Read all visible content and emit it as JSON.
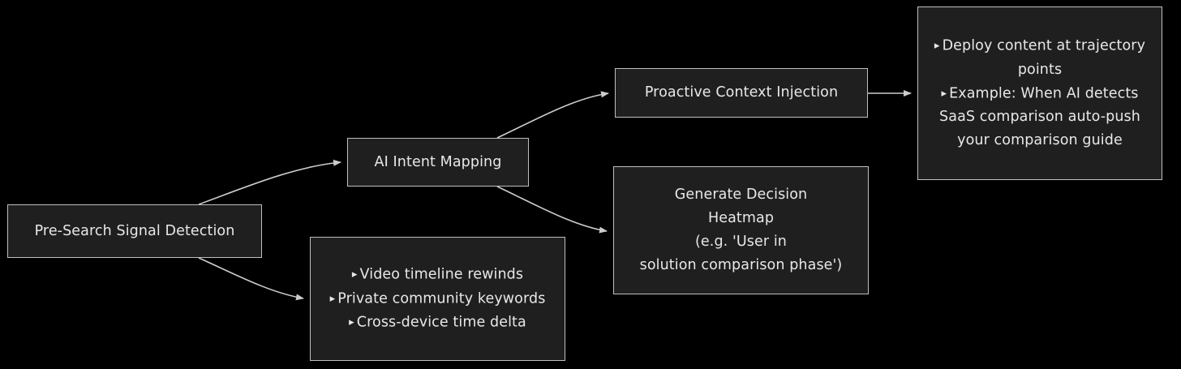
{
  "diagram": {
    "type": "flowchart",
    "direction": "left-to-right",
    "background_color": "#000000",
    "node_fill_color": "#1f1f1f",
    "node_border_color": "#bfbfbf",
    "text_color": "#e8e8e8",
    "edge_color": "#cccccc",
    "bullet_glyph": "▸"
  },
  "nodes": {
    "presearch": {
      "id": "presearch",
      "label": "Pre-Search Signal Detection",
      "lines": [
        "Pre-Search Signal Detection"
      ]
    },
    "intent": {
      "id": "intent",
      "label": "AI Intent Mapping",
      "lines": [
        "AI Intent Mapping"
      ]
    },
    "signals": {
      "id": "signals",
      "label": "Video timeline rewinds / Private community keywords / Cross-device time delta",
      "bullets": [
        "Video timeline rewinds",
        "Private community keywords",
        "Cross-device time delta"
      ]
    },
    "proactive": {
      "id": "proactive",
      "label": "Proactive Context Injection",
      "lines": [
        "Proactive Context Injection"
      ]
    },
    "heatmap": {
      "id": "heatmap",
      "label": "Generate Decision Heatmap (e.g. 'User in solution comparison phase')",
      "lines": [
        "Generate Decision",
        "Heatmap",
        "(e.g. 'User in",
        "solution comparison phase')"
      ]
    },
    "deploy": {
      "id": "deploy",
      "label": "Deploy content at trajectory points / Example: When AI detects SaaS comparison auto-push your comparison guide",
      "bullets": [
        "Deploy content at trajectory points",
        "Example: When AI detects SaaS comparison auto-push your comparison guide"
      ]
    }
  },
  "edges": [
    {
      "id": "presearch-to-intent",
      "from": "presearch",
      "to": "intent",
      "label": ""
    },
    {
      "id": "presearch-to-signals",
      "from": "presearch",
      "to": "signals",
      "label": ""
    },
    {
      "id": "intent-to-proactive",
      "from": "intent",
      "to": "proactive",
      "label": ""
    },
    {
      "id": "intent-to-heatmap",
      "from": "intent",
      "to": "heatmap",
      "label": ""
    },
    {
      "id": "proactive-to-deploy",
      "from": "proactive",
      "to": "deploy",
      "label": ""
    }
  ]
}
